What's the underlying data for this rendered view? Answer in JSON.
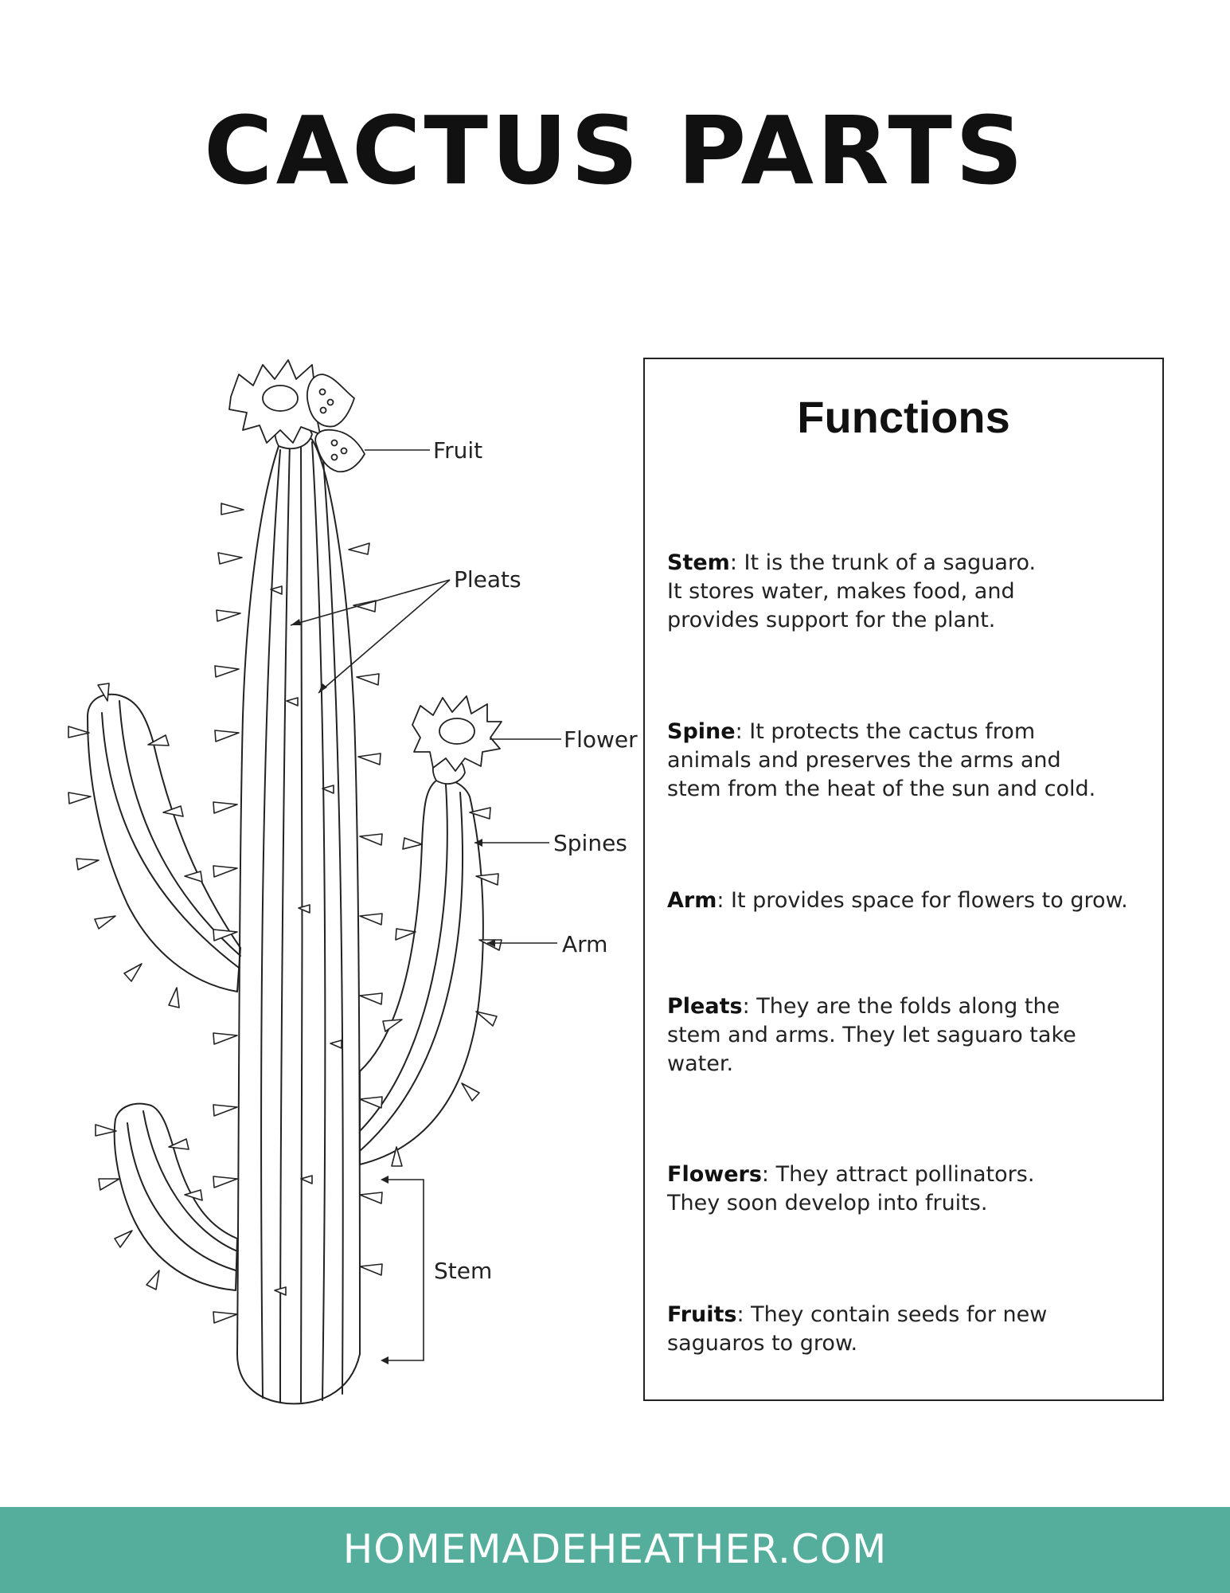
{
  "title": "CACTUS PARTS",
  "diagram": {
    "labels": {
      "fruit": "Fruit",
      "pleats": "Pleats",
      "flower": "Flower",
      "spines": "Spines",
      "arm": "Arm",
      "stem": "Stem"
    }
  },
  "functions": {
    "heading": "Functions",
    "items": [
      {
        "term": "Stem",
        "lines": [
          "It is the trunk of a saguaro.",
          "It stores water, makes food, and",
          "provides support for the plant."
        ]
      },
      {
        "term": "Spine",
        "lines": [
          "It protects the cactus from",
          "animals and preserves the arms and",
          "stem from the heat of the sun and cold."
        ]
      },
      {
        "term": "Arm",
        "lines": [
          "It provides space for flowers to grow."
        ]
      },
      {
        "term": "Pleats",
        "lines": [
          "They are the folds along the",
          "stem and arms. They let saguaro take",
          "water."
        ]
      },
      {
        "term": "Flowers",
        "lines": [
          "They attract pollinators.",
          "They soon develop into fruits."
        ]
      },
      {
        "term": "Fruits",
        "lines": [
          "They contain seeds for new",
          "saguaros to grow."
        ]
      }
    ]
  },
  "footer": {
    "text": "HOMEMADEHEATHER.COM",
    "color": "#55ad9b"
  }
}
